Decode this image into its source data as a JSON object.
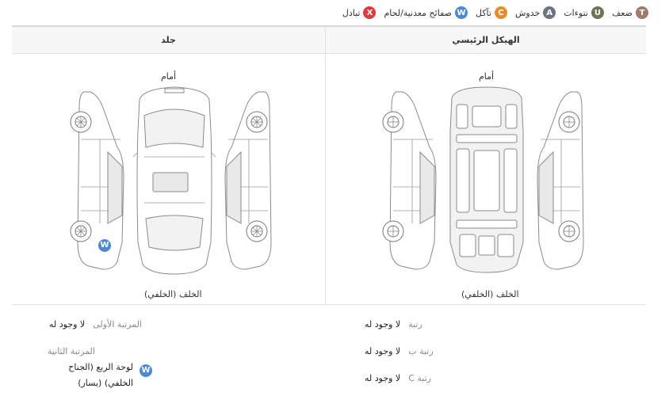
{
  "legend": [
    {
      "letter": "T",
      "label": "ضعف",
      "color": "#a07b6d"
    },
    {
      "letter": "U",
      "label": "نتوءات",
      "color": "#6f7357"
    },
    {
      "letter": "A",
      "label": "خدوش",
      "color": "#6b7480"
    },
    {
      "letter": "C",
      "label": "تآكل",
      "color": "#e98b29"
    },
    {
      "letter": "W",
      "label": "صفائح معدنية/لحام",
      "color": "#4d8ad6"
    },
    {
      "letter": "X",
      "label": "تبادل",
      "color": "#e23a3a"
    }
  ],
  "panels": {
    "left": {
      "title": "جلد",
      "front_label": "أمام",
      "rear_label": "الخلف (الخلفي)",
      "marker": "W"
    },
    "right": {
      "title": "الهيكل الرئيسي",
      "front_label": "أمام",
      "rear_label": "الخلف (الخلفي)"
    }
  },
  "skin_details": {
    "first_rank": {
      "label": "المرتبة الأولى",
      "value": "لا وجود له"
    },
    "second_rank": {
      "label": "المرتبة الثانية",
      "marker": "W",
      "line1": "لوحة الربع (الجناح",
      "line2": "الخلفي) (يسار)"
    }
  },
  "frame_details": [
    {
      "label": "رتبة",
      "value": "لا وجود له"
    },
    {
      "label": "رتبة ب",
      "value": "لا وجود له"
    },
    {
      "label": "رتبة C",
      "value": "لا وجود له"
    }
  ]
}
